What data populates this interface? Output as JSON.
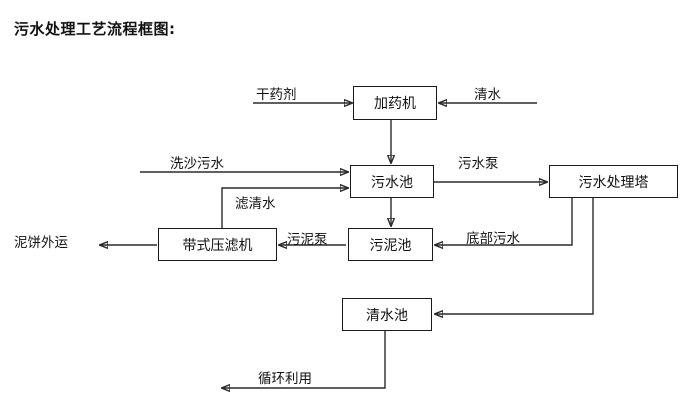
{
  "title": "污水处理工艺流程框图:",
  "nodes": [
    {
      "id": "dosing-machine",
      "label": "加药机"
    },
    {
      "id": "sewage-pool",
      "label": "污水池"
    },
    {
      "id": "treatment-tower",
      "label": "污水处理塔"
    },
    {
      "id": "belt-filter-press",
      "label": "带式压滤机"
    },
    {
      "id": "sludge-pool",
      "label": "污泥池"
    },
    {
      "id": "clear-water-pool",
      "label": "清水池"
    }
  ],
  "edge_labels": {
    "dry_agent": "干药剂",
    "clean_water": "清水",
    "sand_washing_sewage": "洗沙污水",
    "filtered_clear_water": "滤清水",
    "sewage_pump": "污水泵",
    "sludge_pump": "污泥泵",
    "bottom_sewage": "底部污水",
    "recycle_use": "循环利用",
    "mud_cake_outbound": "泥饼外运"
  },
  "flows": [
    {
      "from": "干药剂",
      "to": "加药机",
      "label": "干药剂"
    },
    {
      "from": "清水",
      "to": "加药机",
      "label": "清水"
    },
    {
      "from": "加药机",
      "to": "污水池",
      "label": ""
    },
    {
      "from": "洗沙污水",
      "to": "污水池",
      "label": "洗沙污水"
    },
    {
      "from": "带式压滤机",
      "to": "污水池",
      "label": "滤清水"
    },
    {
      "from": "污水池",
      "to": "污水处理塔",
      "label": "污水泵"
    },
    {
      "from": "污水池",
      "to": "污泥池",
      "label": ""
    },
    {
      "from": "污泥池",
      "to": "带式压滤机",
      "label": "污泥泵"
    },
    {
      "from": "带式压滤机",
      "to": "泥饼外运",
      "label": "泥饼外运"
    },
    {
      "from": "污水处理塔",
      "to": "污泥池",
      "label": "底部污水"
    },
    {
      "from": "污水处理塔",
      "to": "清水池",
      "label": ""
    },
    {
      "from": "清水池",
      "to": "循环利用",
      "label": "循环利用"
    }
  ],
  "colors": {
    "line": "#2b2b2b",
    "box_border": "#1a1a1a",
    "text": "#111111",
    "background": "#ffffff"
  }
}
